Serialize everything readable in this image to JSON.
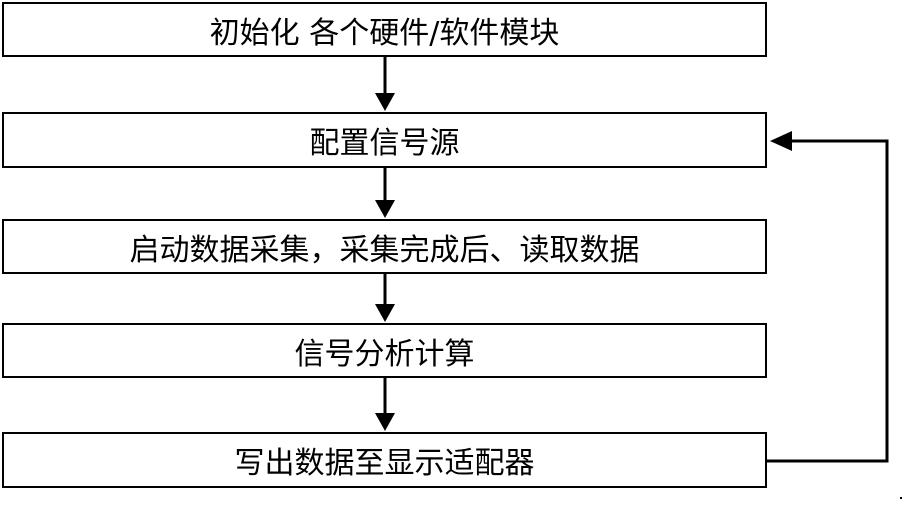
{
  "flowchart": {
    "steps": [
      {
        "label": "初始化 各个硬件/软件模块"
      },
      {
        "label": "配置信号源"
      },
      {
        "label": "启动数据采集，采集完成后、读取数据"
      },
      {
        "label": "信号分析计算"
      },
      {
        "label": "写出数据至显示适配器"
      }
    ],
    "stroke_color": "#000000"
  }
}
